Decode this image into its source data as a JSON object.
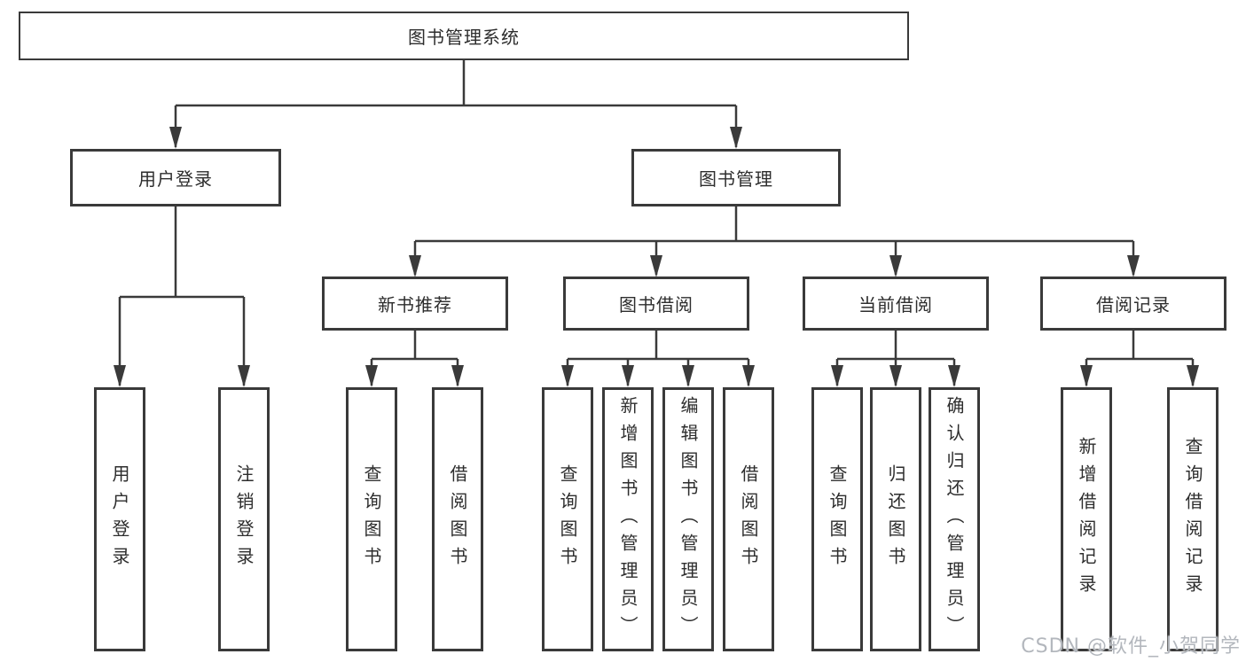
{
  "diagram": {
    "root": "图书管理系统",
    "level2": [
      "用户登录",
      "图书管理"
    ],
    "level3": [
      "新书推荐",
      "图书借阅",
      "当前借阅",
      "借阅记录"
    ],
    "leaves": {
      "user_login": [
        "用户登录",
        "注销登录"
      ],
      "new_book": [
        "查询图书",
        "借阅图书"
      ],
      "book_borrow": [
        "查询图书",
        "新增图书（管理员）",
        "编辑图书（管理员）",
        "借阅图书"
      ],
      "current_borrow": [
        "查询图书",
        "归还图书",
        "确认归还（管理员）"
      ],
      "borrow_record": [
        "新增借阅记录",
        "查询借阅记录"
      ]
    }
  },
  "watermark": "CSDN @软件_小贺同学",
  "colors": {
    "line": "#3a3a3a",
    "text": "#2d2d2d",
    "watermark": "#b3b7bd"
  }
}
